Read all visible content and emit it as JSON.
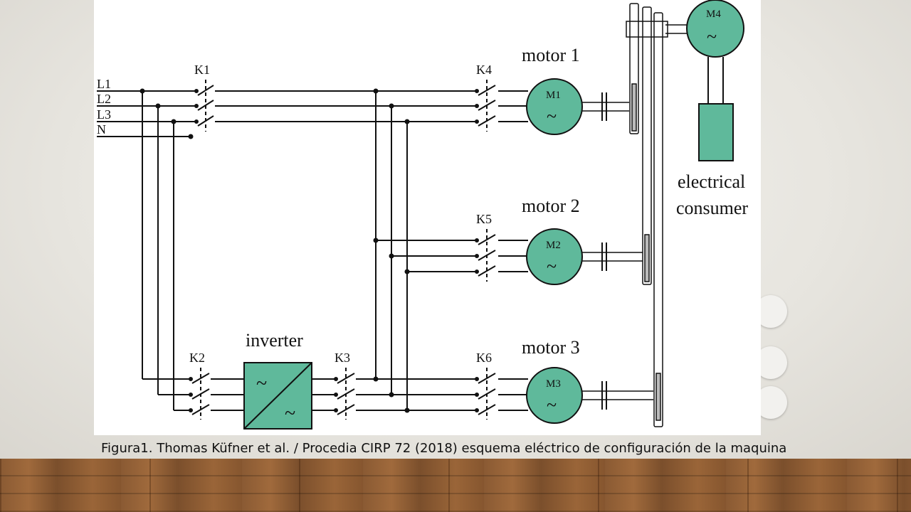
{
  "diagram": {
    "lines": {
      "l1": "L1",
      "l2": "L2",
      "l3": "L3",
      "n": "N"
    },
    "switches": {
      "k1": "K1",
      "k2": "K2",
      "k3": "K3",
      "k4": "K4",
      "k5": "K5",
      "k6": "K6"
    },
    "motors": {
      "m1": "M1",
      "m2": "M2",
      "m3": "M3",
      "m4": "M4",
      "motor1_label": "motor 1",
      "motor2_label": "motor 2",
      "motor3_label": "motor 3"
    },
    "inverter_label": "inverter",
    "consumer_label_1": "electrical",
    "consumer_label_2": "consumer",
    "tilde": "~"
  },
  "caption": "Figura1. Thomas Küfner et al. / Procedia CIRP 72 (2018) esquema eléctrico de configuración de la maquina",
  "colors": {
    "component_fill": "#5fb99b",
    "wire": "#111111"
  }
}
